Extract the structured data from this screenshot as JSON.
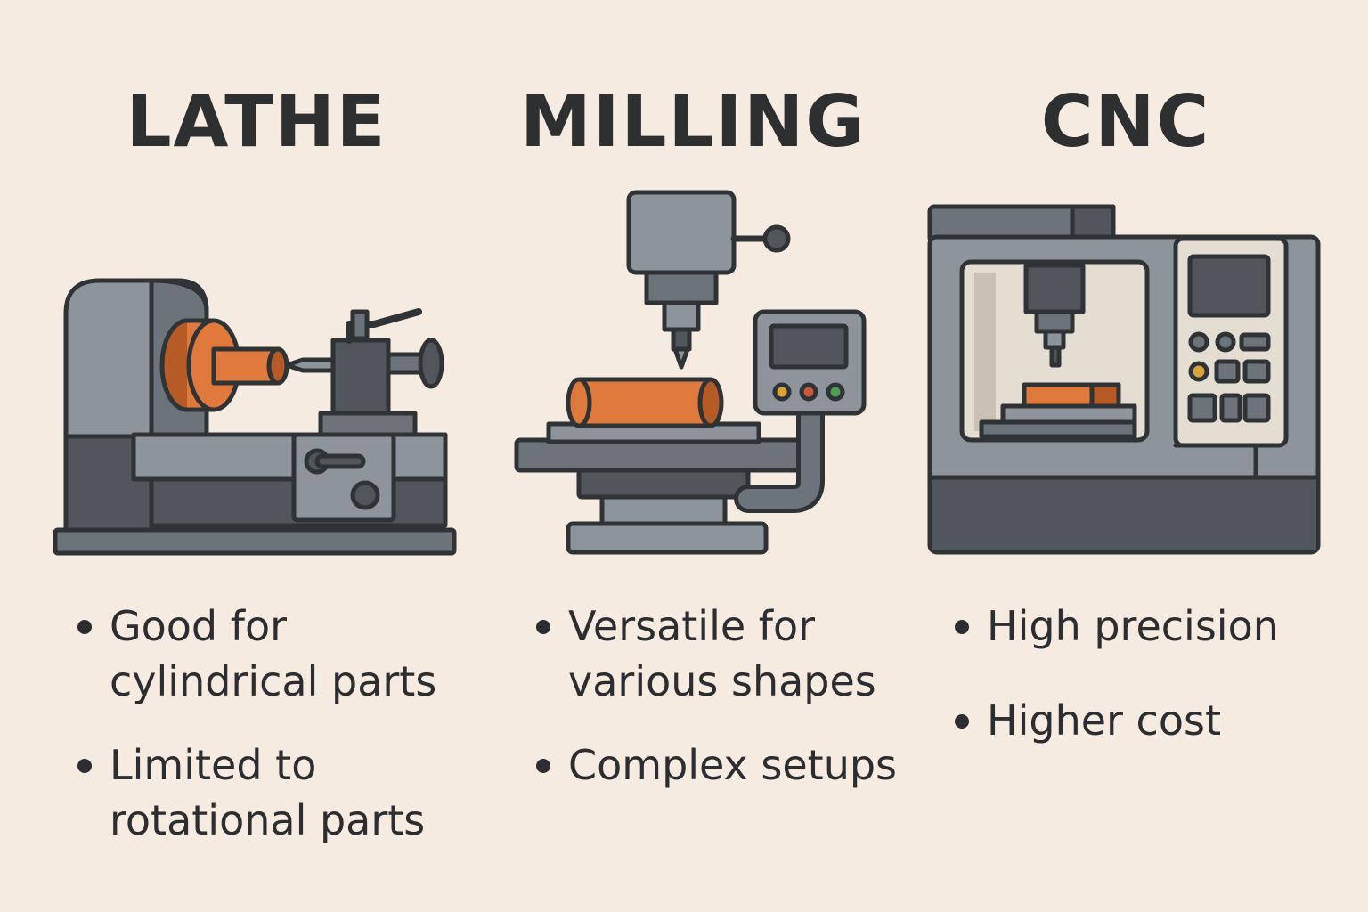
{
  "colors": {
    "background": "#f6ebe0",
    "outline": "#2f3336",
    "steel_light": "#8e949b",
    "steel_mid": "#6d737a",
    "steel_dark": "#51565c",
    "orange": "#e07a3c",
    "orange_dark": "#b65a26",
    "panel_cream": "#e4ddd2"
  },
  "columns": [
    {
      "title": "LATHE",
      "icon": "lathe-machine-icon",
      "bullets": [
        "Good for cylindrical parts",
        "Limited to rotational parts"
      ]
    },
    {
      "title": "MILLING",
      "icon": "milling-machine-icon",
      "bullets": [
        "Versatile for various shapes",
        "Complex setups"
      ]
    },
    {
      "title": "CNC",
      "icon": "cnc-machine-icon",
      "bullets": [
        "High precision",
        "Higher cost"
      ]
    }
  ]
}
